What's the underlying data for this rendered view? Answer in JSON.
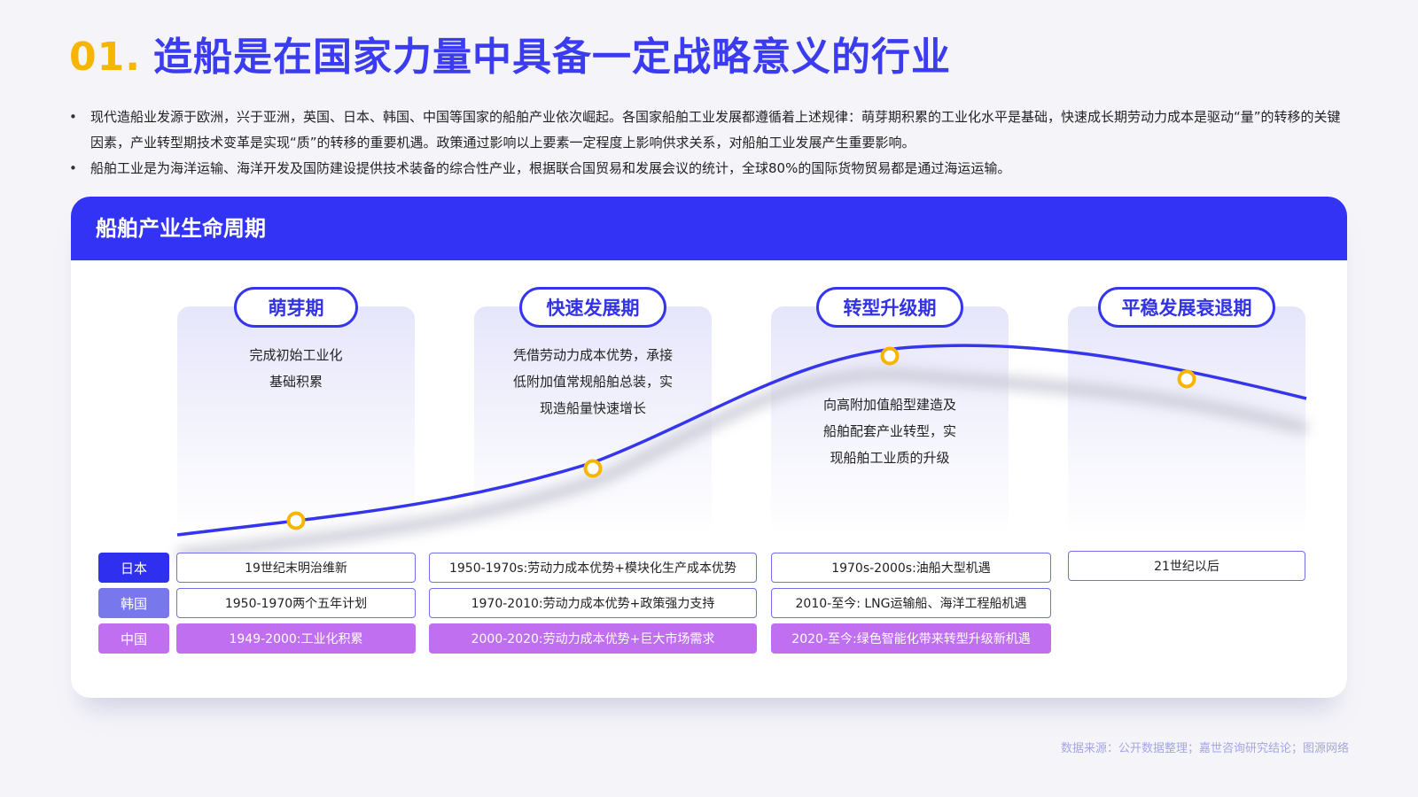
{
  "title": {
    "number": "01.",
    "text": "造船是在国家力量中具备一定战略意义的行业"
  },
  "bullets": [
    "现代造船业发源于欧洲，兴于亚洲，英国、日本、韩国、中国等国家的船舶产业依次崛起。各国家船舶工业发展都遵循着上述规律：萌芽期积累的工业化水平是基础，快速成长期劳动力成本是驱动“量”的转移的关键因素，产业转型期技术变革是实现“质”的转移的重要机遇。政策通过影响以上要素一定程度上影响供求关系，对船舶工业发展产生重要影响。",
    "船舶工业是为海洋运输、海洋开发及国防建设提供技术装备的综合性产业，根据联合国贸易和发展会议的统计，全球80%的国际货物贸易都是通过海运运输。"
  ],
  "card": {
    "title": "船舶产业生命周期",
    "phases": [
      {
        "name": "萌芽期",
        "desc": [
          "完成初始工业化",
          "基础积累"
        ]
      },
      {
        "name": "快速发展期",
        "desc": [
          "凭借劳动力成本优势，承接",
          "低附加值常规船舶总装，实",
          "现造船量快速增长"
        ]
      },
      {
        "name": "转型升级期",
        "desc": [
          "向高附加值船型建造及",
          "船舶配套产业转型，实",
          "现船舶工业质的升级"
        ]
      },
      {
        "name": "平稳发展衰退期",
        "desc": []
      }
    ],
    "rows": [
      {
        "label": "日本",
        "cells": [
          "19世纪末明治维新",
          "1950-1970s:劳动力成本优势+模块化生产成本优势",
          "1970s-2000s:油船大型机遇",
          "21世纪以后"
        ]
      },
      {
        "label": "韩国",
        "cells": [
          "1950-1970两个五年计划",
          "1970-2010:劳动力成本优势+政策强力支持",
          "2010-至今: LNG运输船、海洋工程船机遇"
        ]
      },
      {
        "label": "中国",
        "cells": [
          "1949-2000:工业化积累",
          "2000-2020:劳动力成本优势+巨大市场需求",
          "2020-至今:绿色智能化带来转型升级新机遇"
        ]
      }
    ]
  },
  "colors": {
    "primary": "#3333f5",
    "accent": "#f7b500",
    "japan": "#2f2ff0",
    "korea": "#7878ec",
    "china": "#bf6ff0"
  },
  "source": "数据来源：公开数据整理；嘉世咨询研究结论；图源网络"
}
